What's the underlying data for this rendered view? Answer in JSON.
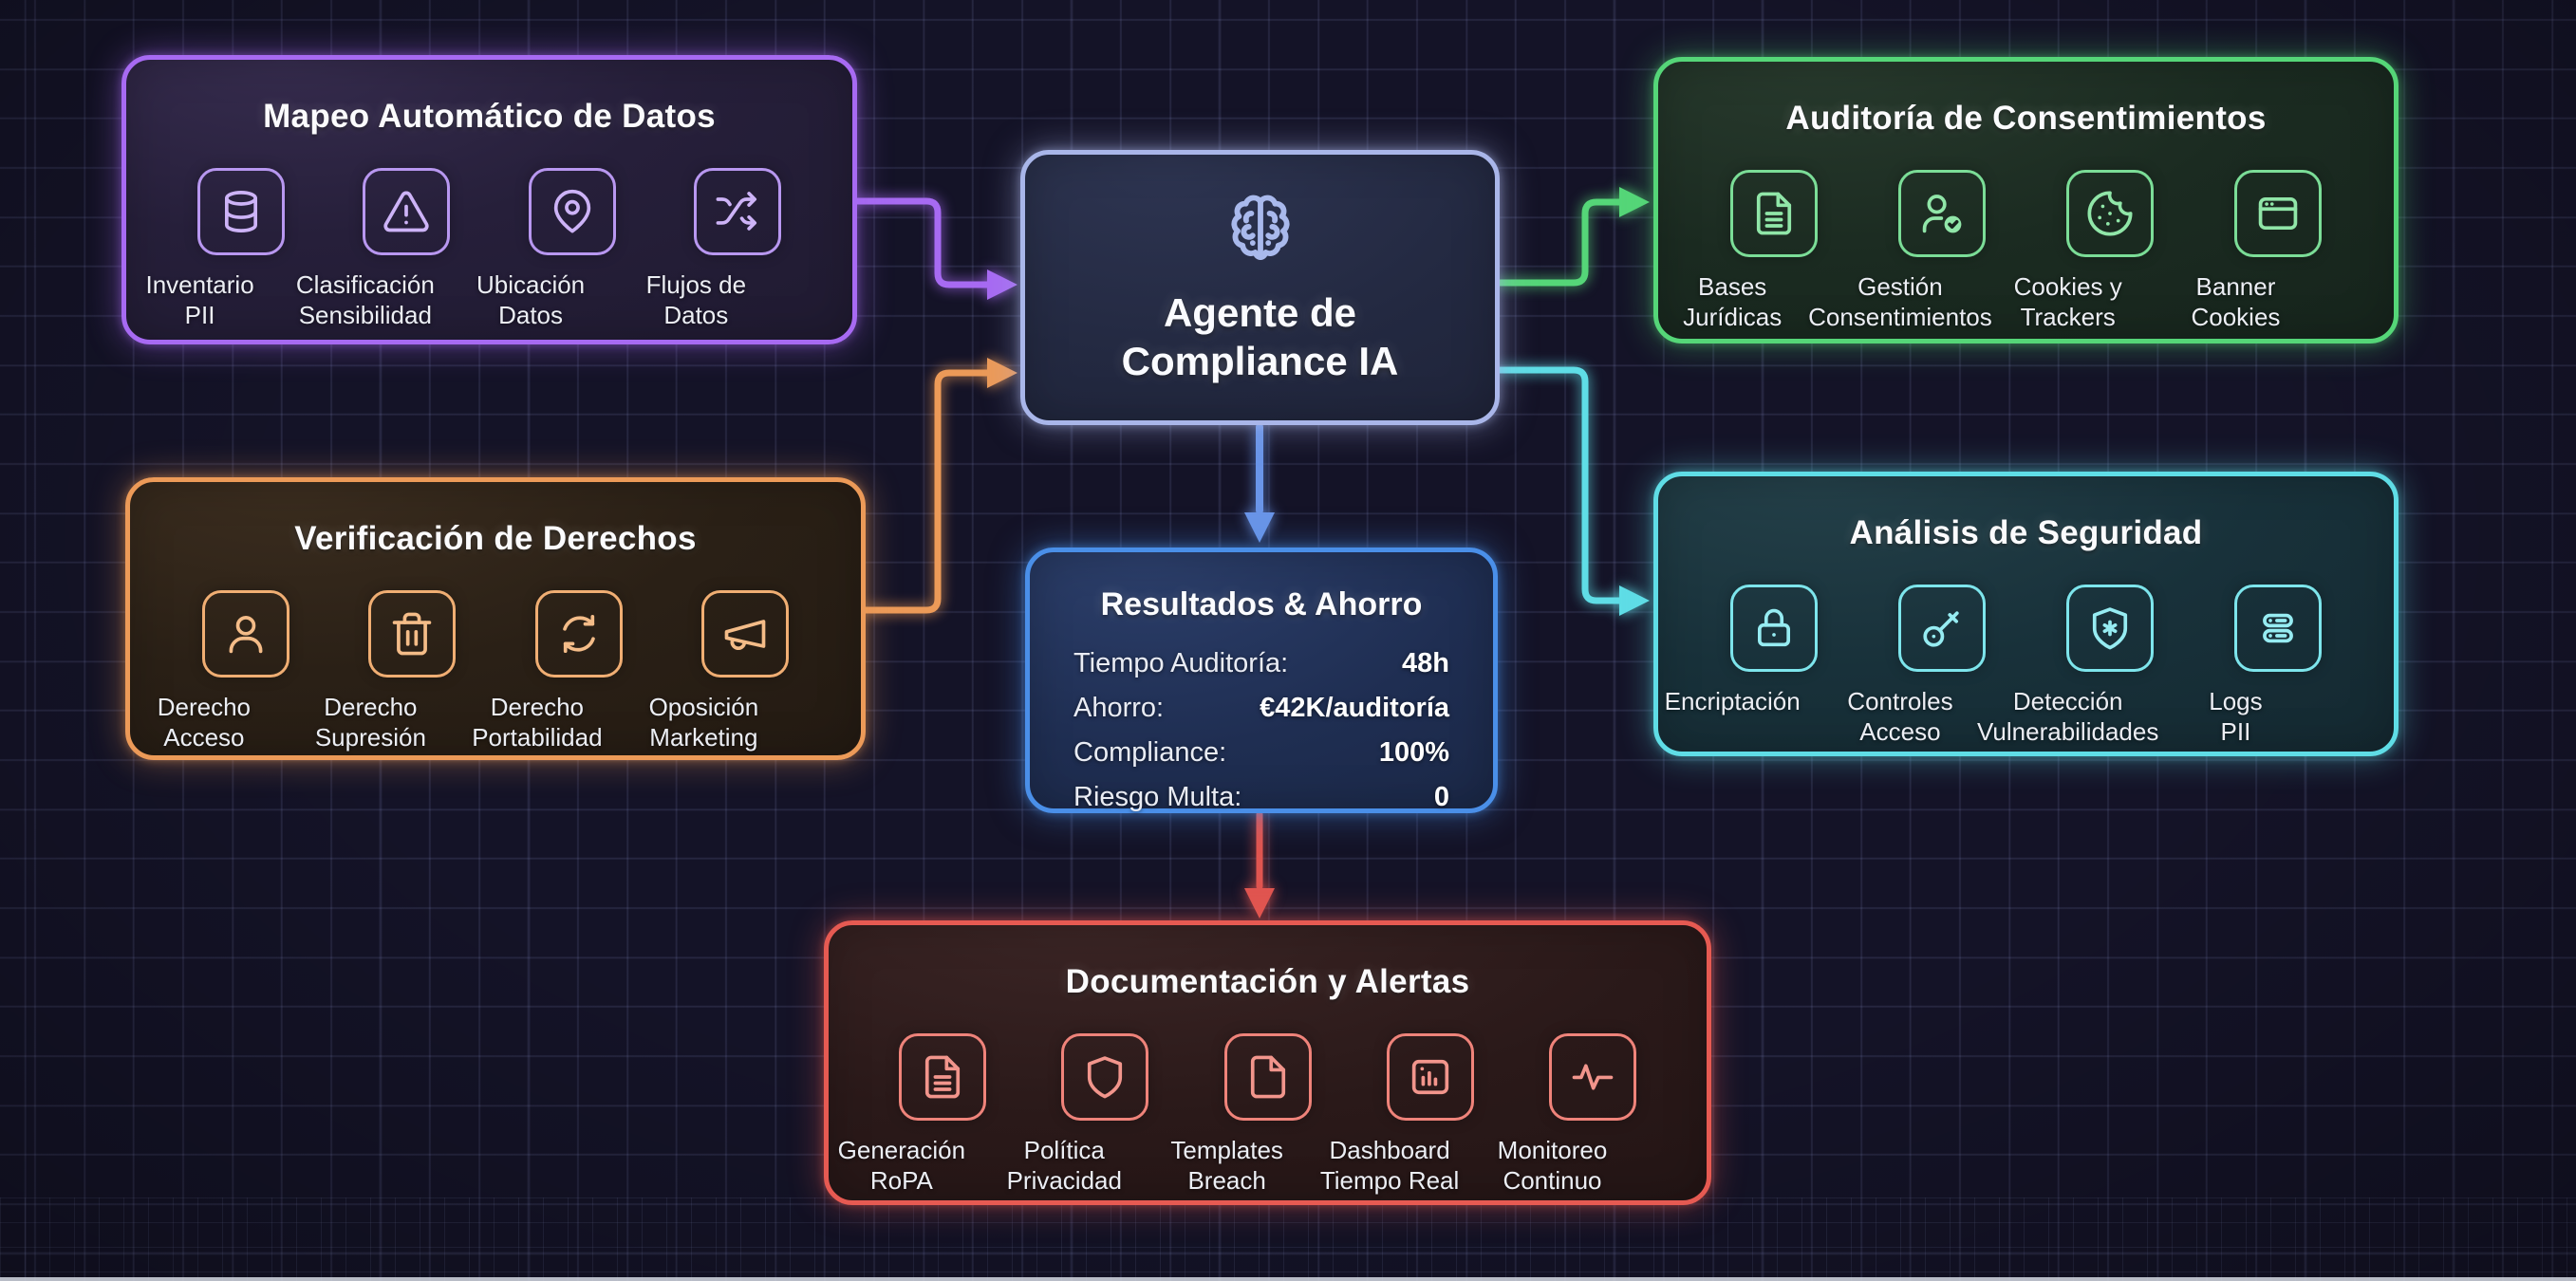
{
  "background": {
    "base_color": "#141327",
    "grid_color": "#8a92cc"
  },
  "agent": {
    "title": "Agente de\nCompliance IA",
    "icon": "brain-icon",
    "accent": "#a9b6e9"
  },
  "panels": {
    "mapeo": {
      "title": "Mapeo Automático de Datos",
      "accent": "#a76af2",
      "items": [
        {
          "icon": "database-icon",
          "label": "Inventario\nPII"
        },
        {
          "icon": "alert-triangle-icon",
          "label": "Clasificación\nSensibilidad"
        },
        {
          "icon": "map-pin-icon",
          "label": "Ubicación\nDatos"
        },
        {
          "icon": "shuffle-icon",
          "label": "Flujos de\nDatos"
        }
      ]
    },
    "auditoria": {
      "title": "Auditoría de Consentimientos",
      "accent": "#55d678",
      "items": [
        {
          "icon": "file-text-icon",
          "label": "Bases\nJurídicas"
        },
        {
          "icon": "user-check-icon",
          "label": "Gestión\nConsentimientos"
        },
        {
          "icon": "cookie-icon",
          "label": "Cookies y\nTrackers"
        },
        {
          "icon": "browser-window-icon",
          "label": "Banner\nCookies"
        }
      ]
    },
    "derechos": {
      "title": "Verificación de Derechos",
      "accent": "#ec9a58",
      "items": [
        {
          "icon": "user-icon",
          "label": "Derecho\nAcceso"
        },
        {
          "icon": "trash-icon",
          "label": "Derecho\nSupresión"
        },
        {
          "icon": "transfer-loop-icon",
          "label": "Derecho\nPortabilidad"
        },
        {
          "icon": "megaphone-icon",
          "label": "Oposición\nMarketing"
        }
      ]
    },
    "seguridad": {
      "title": "Análisis de Seguridad",
      "accent": "#5fdde6",
      "items": [
        {
          "icon": "lock-icon",
          "label": "Encriptación"
        },
        {
          "icon": "key-icon",
          "label": "Controles\nAcceso"
        },
        {
          "icon": "shield-virus-icon",
          "label": "Detección\nVulnerabilidades"
        },
        {
          "icon": "logs-icon",
          "label": "Logs\nPII"
        }
      ]
    },
    "documentacion": {
      "title": "Documentación y Alertas",
      "accent": "#e65a52",
      "items": [
        {
          "icon": "file-text-icon",
          "label": "Generación\nRoPA"
        },
        {
          "icon": "shield-icon",
          "label": "Política\nPrivacidad"
        },
        {
          "icon": "file-icon",
          "label": "Templates\nBreach"
        },
        {
          "icon": "dashboard-icon",
          "label": "Dashboard\nTiempo Real"
        },
        {
          "icon": "activity-icon",
          "label": "Monitoreo\nContinuo"
        }
      ]
    }
  },
  "results": {
    "title": "Resultados & Ahorro",
    "accent": "#4a8fe8",
    "rows": [
      {
        "label": "Tiempo Auditoría:",
        "value": "48h"
      },
      {
        "label": "Ahorro:",
        "value": "€42K/auditoría"
      },
      {
        "label": "Compliance:",
        "value": "100%"
      },
      {
        "label": "Riesgo Multa:",
        "value": "0"
      }
    ]
  },
  "connectors": [
    {
      "from": "mapeo",
      "to": "agent",
      "color": "#a76af2"
    },
    {
      "from": "derechos",
      "to": "agent",
      "color": "#ec9a58"
    },
    {
      "from": "agent",
      "to": "auditoria",
      "color": "#55d678"
    },
    {
      "from": "agent",
      "to": "seguridad",
      "color": "#5fdde6"
    },
    {
      "from": "agent",
      "to": "results",
      "color": "#6a95e8"
    },
    {
      "from": "results",
      "to": "documentacion",
      "color": "#e05550"
    }
  ]
}
